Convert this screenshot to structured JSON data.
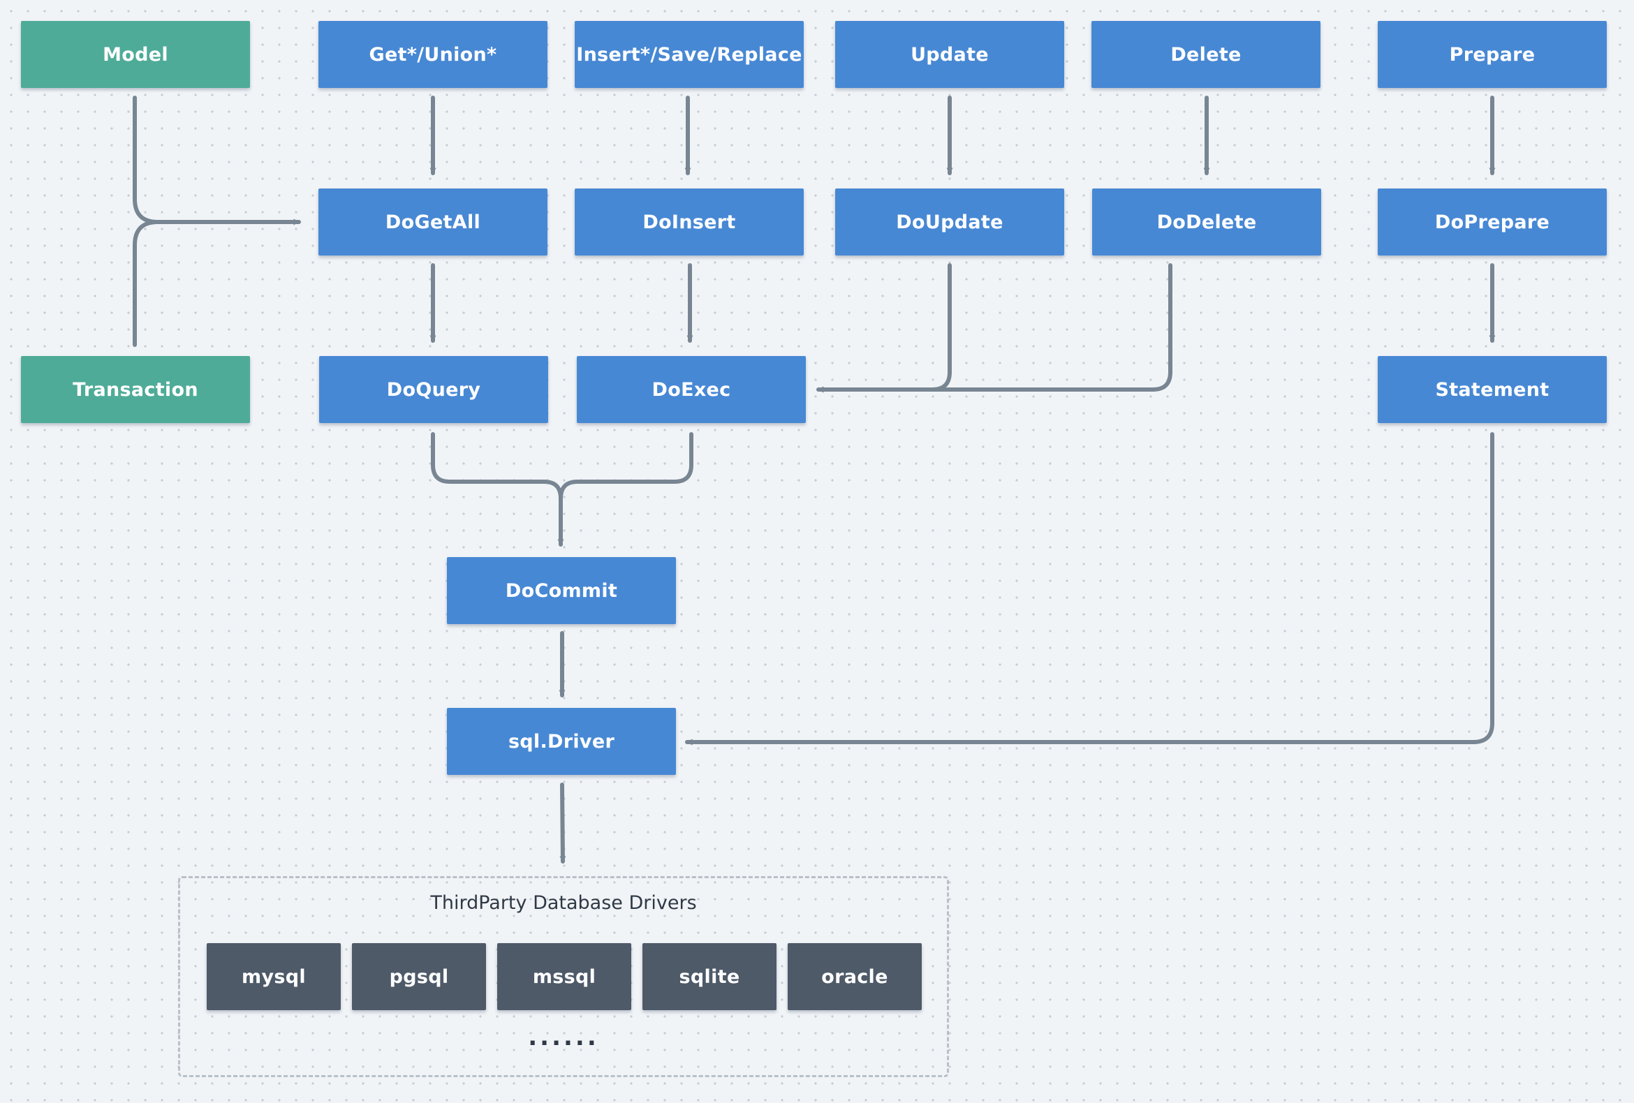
{
  "colors": {
    "background": "#f1f4f7",
    "dot_grid": "#c5ccd4",
    "blue_node": "#4788d4",
    "green_node": "#4eab98",
    "driver_node": "#4e5a68",
    "connector": "#788592",
    "group_border": "#b8c0c9",
    "node_text": "#ffffff"
  },
  "nodes": {
    "model": "Model",
    "transaction": "Transaction",
    "get_union": "Get*/Union*",
    "insert_save_replace": "Insert*/Save/Replace",
    "update": "Update",
    "delete": "Delete",
    "prepare": "Prepare",
    "do_get_all": "DoGetAll",
    "do_insert": "DoInsert",
    "do_update": "DoUpdate",
    "do_delete": "DoDelete",
    "do_prepare": "DoPrepare",
    "do_query": "DoQuery",
    "do_exec": "DoExec",
    "statement": "Statement",
    "do_commit": "DoCommit",
    "sql_driver": "sql.Driver"
  },
  "drivers_group": {
    "title": "ThirdParty Database Drivers",
    "drivers": [
      "mysql",
      "pgsql",
      "mssql",
      "sqlite",
      "oracle"
    ],
    "more": "......"
  }
}
